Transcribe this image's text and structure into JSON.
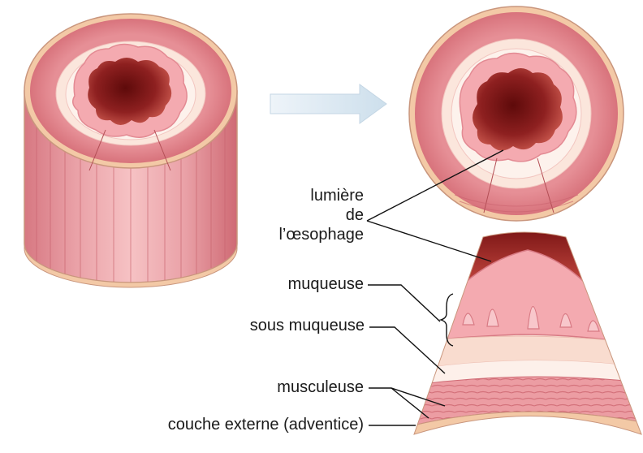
{
  "labels": {
    "lumen_line1": "lumière",
    "lumen_line2": "de",
    "lumen_line3": "l’œsophage",
    "mucosa": "muqueuse",
    "submucosa": "sous muqueuse",
    "muscularis": "musculeuse",
    "adventitia": "couche externe (adventice)"
  },
  "colors": {
    "outer_rim": "#f3c9a6",
    "muscle": "#e9969c",
    "muscle_dark": "#d9727b",
    "submucosa": "#fbe6dc",
    "mucosa": "#f4aab0",
    "lumen": "#7a1414",
    "lumen_light": "#c2473f",
    "arrow": "#dbe8f2",
    "leader": "#111111"
  }
}
